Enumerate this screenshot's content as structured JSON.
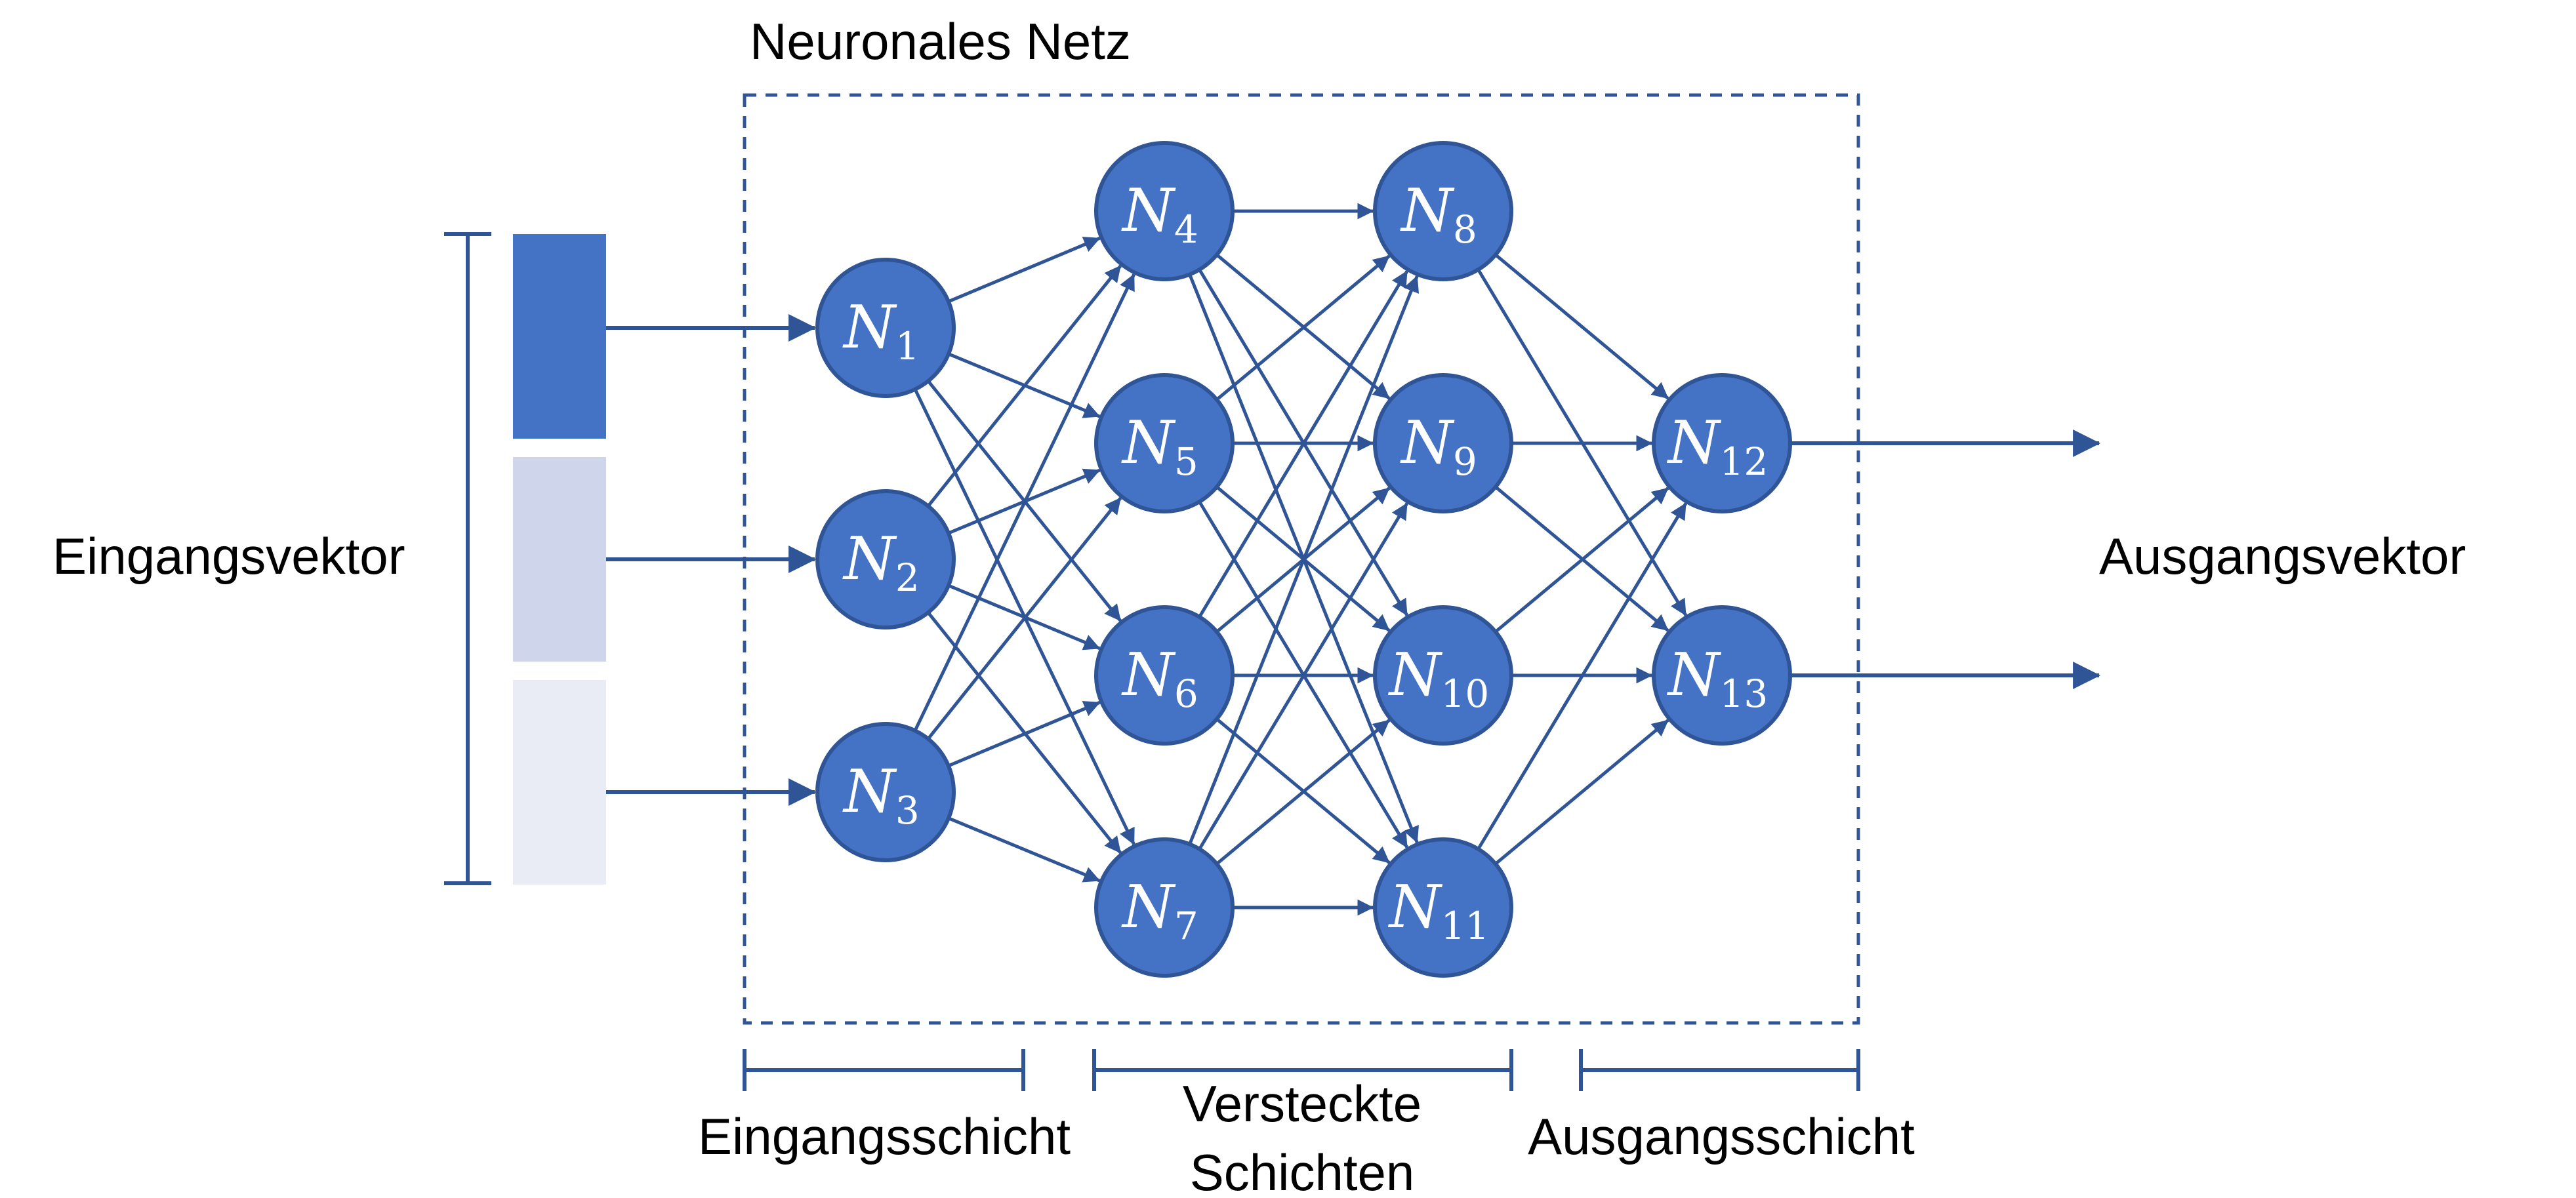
{
  "title": "Neuronales Netz",
  "input_label": "Eingangsvektor",
  "output_label": "Ausgangsvektor",
  "layer_labels": {
    "input": "Eingangsschicht",
    "hidden_line1": "Versteckte",
    "hidden_line2": "Schichten",
    "output": "Ausgangsschicht"
  },
  "neurons": [
    {
      "id": "1",
      "letter": "N",
      "sub": "1"
    },
    {
      "id": "2",
      "letter": "N",
      "sub": "2"
    },
    {
      "id": "3",
      "letter": "N",
      "sub": "3"
    },
    {
      "id": "4",
      "letter": "N",
      "sub": "4"
    },
    {
      "id": "5",
      "letter": "N",
      "sub": "5"
    },
    {
      "id": "6",
      "letter": "N",
      "sub": "6"
    },
    {
      "id": "7",
      "letter": "N",
      "sub": "7"
    },
    {
      "id": "8",
      "letter": "N",
      "sub": "8"
    },
    {
      "id": "9",
      "letter": "N",
      "sub": "9"
    },
    {
      "id": "10",
      "letter": "N",
      "sub": "10"
    },
    {
      "id": "11",
      "letter": "N",
      "sub": "11"
    },
    {
      "id": "12",
      "letter": "N",
      "sub": "12"
    },
    {
      "id": "13",
      "letter": "N",
      "sub": "13"
    }
  ],
  "colors": {
    "neuron_fill": "#4472C4",
    "stroke": "#2F5597",
    "input_cell_1": "#4472C4",
    "input_cell_2": "#CFD5EA",
    "input_cell_3": "#E9EBF5"
  }
}
